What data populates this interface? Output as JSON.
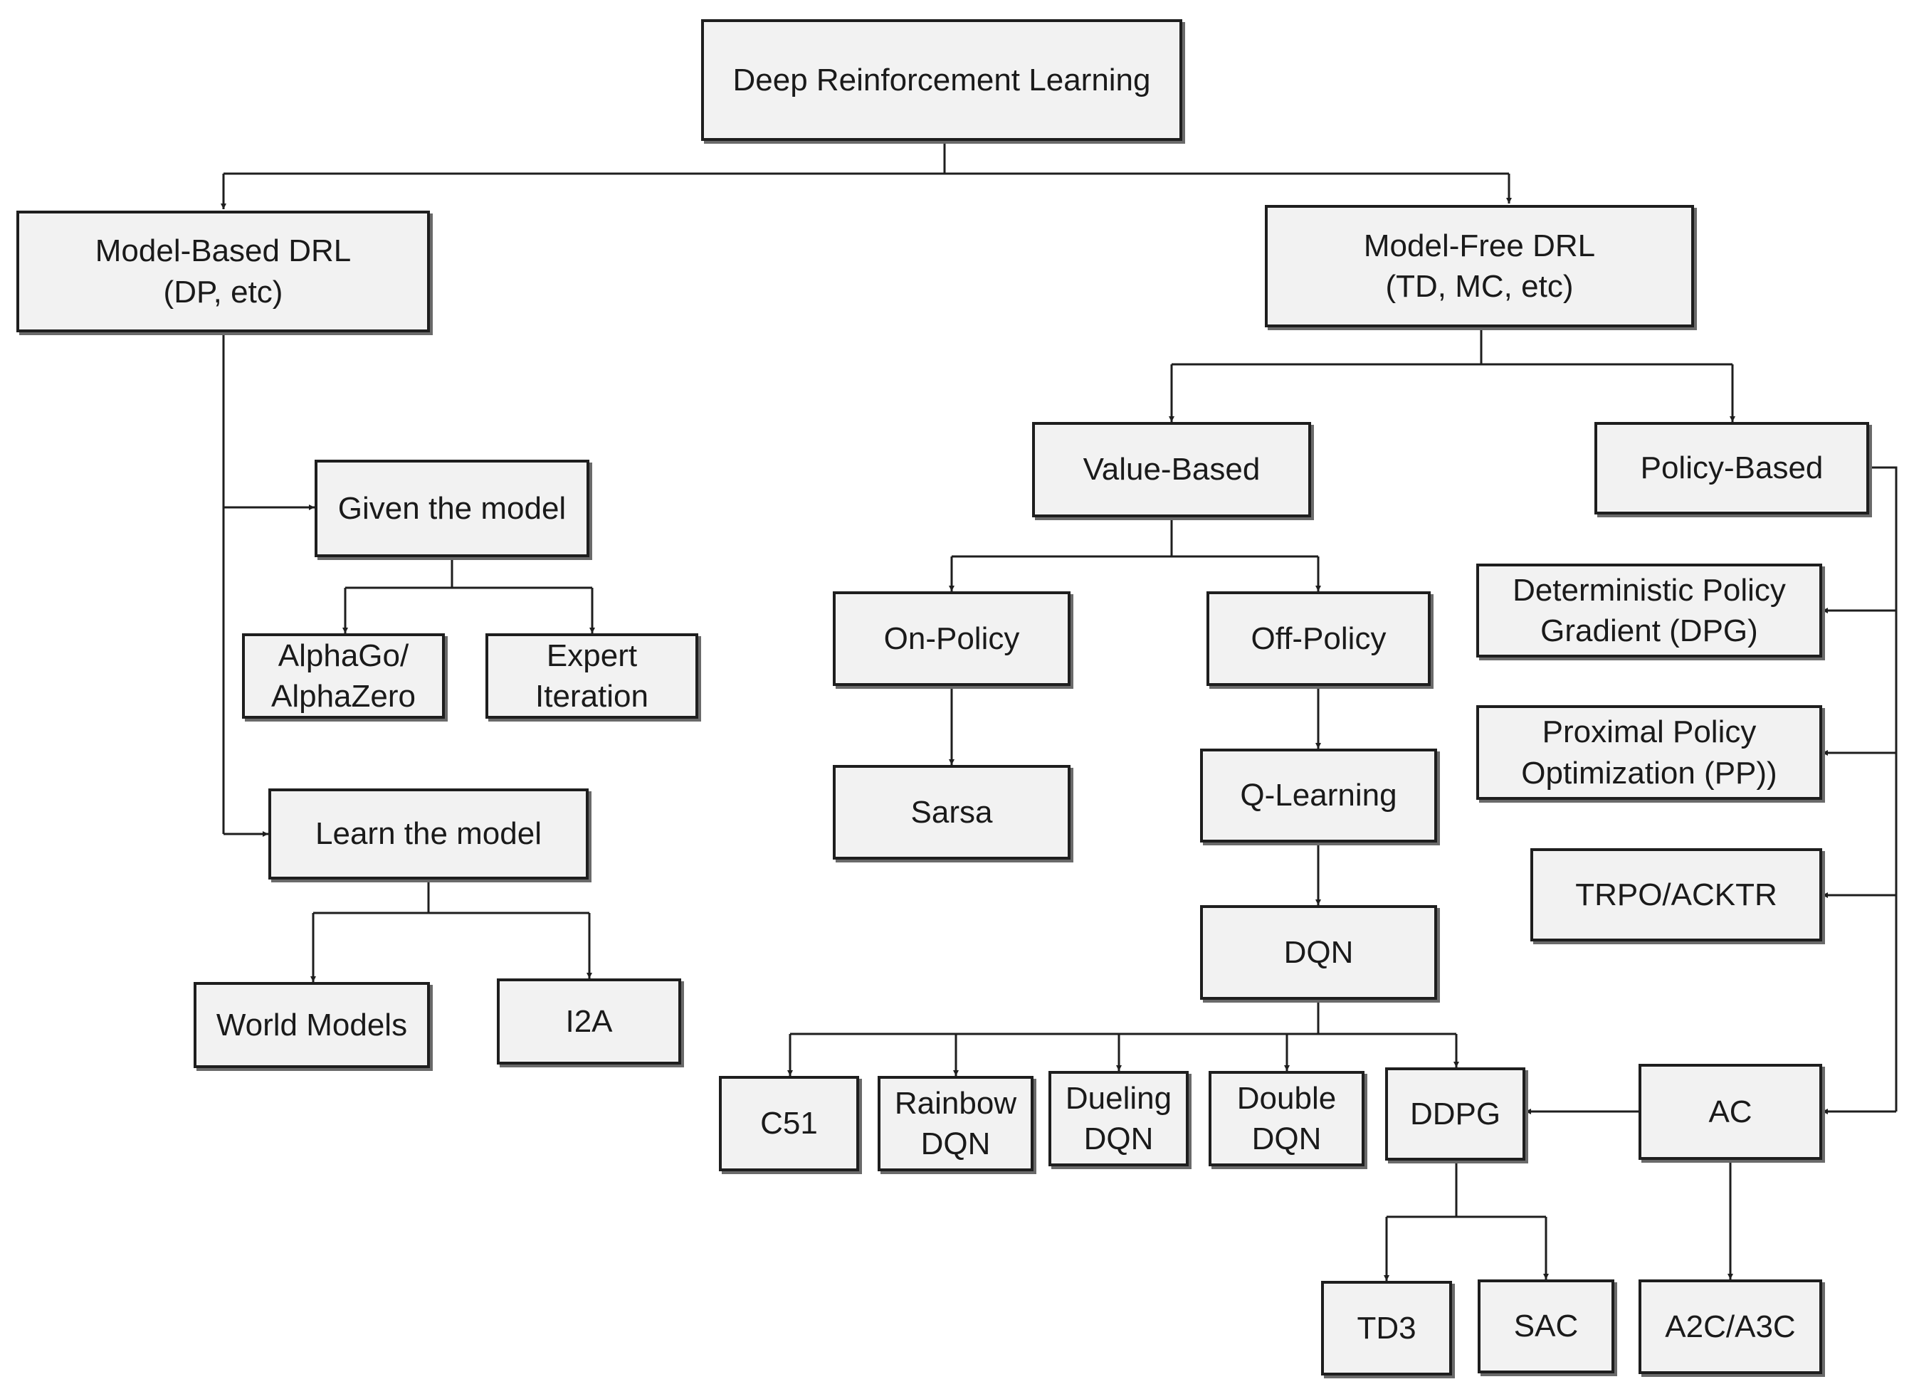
{
  "diagram": {
    "root": {
      "label": "Deep Reinforcement Learning"
    },
    "model_based": {
      "line1": "Model-Based DRL",
      "line2": "(DP, etc)"
    },
    "model_free": {
      "line1": "Model-Free DRL",
      "line2": "(TD, MC, etc)"
    },
    "given_model": {
      "label": "Given the model"
    },
    "alphago": {
      "line1": "AlphaGo/",
      "line2": "AlphaZero"
    },
    "expert_iteration": {
      "line1": "Expert",
      "line2": "Iteration"
    },
    "learn_model": {
      "label": "Learn the model"
    },
    "world_models": {
      "label": "World Models"
    },
    "i2a": {
      "label": "I2A"
    },
    "value_based": {
      "label": "Value-Based"
    },
    "policy_based": {
      "label": "Policy-Based"
    },
    "on_policy": {
      "label": "On-Policy"
    },
    "off_policy": {
      "label": "Off-Policy"
    },
    "sarsa": {
      "label": "Sarsa"
    },
    "q_learning": {
      "label": "Q-Learning"
    },
    "dqn": {
      "label": "DQN"
    },
    "c51": {
      "label": "C51"
    },
    "rainbow_dqn": {
      "line1": "Rainbow",
      "line2": "DQN"
    },
    "dueling_dqn": {
      "line1": "Dueling",
      "line2": "DQN"
    },
    "double_dqn": {
      "line1": "Double",
      "line2": "DQN"
    },
    "ddpg": {
      "label": "DDPG"
    },
    "dpg": {
      "line1": "Deterministic Policy",
      "line2": "Gradient (DPG)"
    },
    "ppo": {
      "line1": "Proximal Policy",
      "line2": "Optimization (PP))"
    },
    "trpo": {
      "label": "TRPO/ACKTR"
    },
    "ac": {
      "label": "AC"
    },
    "td3": {
      "label": "TD3"
    },
    "sac": {
      "label": "SAC"
    },
    "a2c": {
      "label": "A2C/A3C"
    }
  }
}
